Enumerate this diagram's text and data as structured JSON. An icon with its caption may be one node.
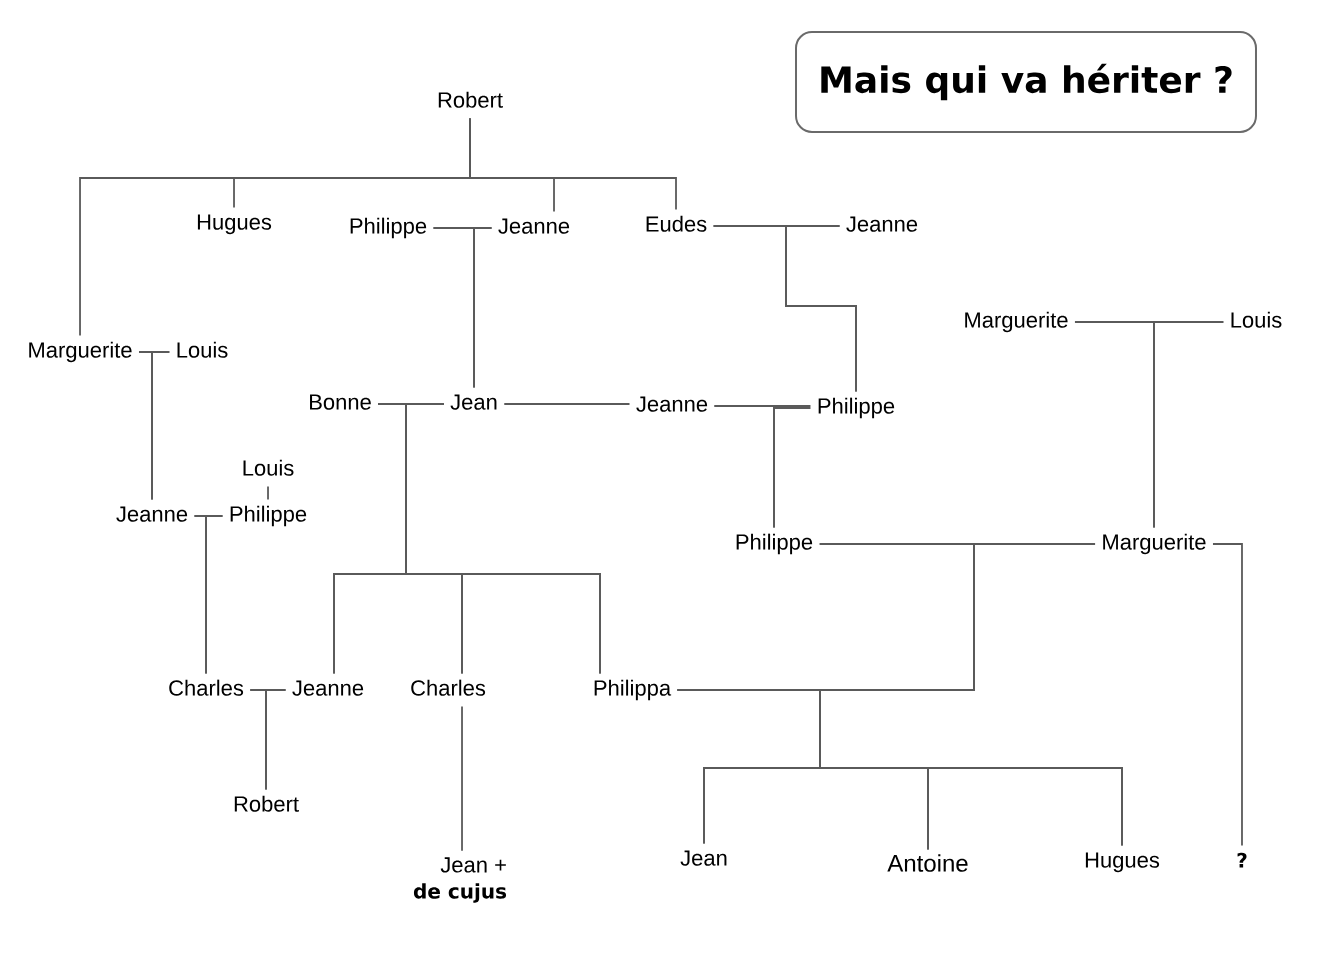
{
  "diagram": {
    "title": "Mais qui va hériter ?",
    "nodes": [
      {
        "text": [
          "Robert"
        ]
      },
      {
        "text": [
          "Hugues"
        ]
      },
      {
        "text": [
          "Philippe"
        ]
      },
      {
        "text": [
          "Jeanne"
        ]
      },
      {
        "text": [
          "Eudes"
        ]
      },
      {
        "text": [
          "Jeanne"
        ]
      },
      {
        "text": [
          "Marguerite"
        ]
      },
      {
        "text": [
          "Louis"
        ]
      },
      {
        "text": [
          "Marguerite"
        ]
      },
      {
        "text": [
          "Louis"
        ]
      },
      {
        "text": [
          "Bonne"
        ]
      },
      {
        "text": [
          "Jean"
        ]
      },
      {
        "text": [
          "Jeanne"
        ]
      },
      {
        "text": [
          "Philippe"
        ]
      },
      {
        "text": [
          "Louis"
        ]
      },
      {
        "text": [
          "Jeanne"
        ]
      },
      {
        "text": [
          "Philippe"
        ]
      },
      {
        "text": [
          "Philippe"
        ]
      },
      {
        "text": [
          "Marguerite"
        ]
      },
      {
        "text": [
          "Charles"
        ]
      },
      {
        "text": [
          "Jeanne"
        ]
      },
      {
        "text": [
          "Charles"
        ]
      },
      {
        "text": [
          "Philippa"
        ]
      },
      {
        "text": [
          "Robert"
        ]
      },
      {
        "text": [
          "Jean +",
          "de cujus"
        ]
      },
      {
        "text": [
          "Jean"
        ]
      },
      {
        "text": [
          "Antoine"
        ]
      },
      {
        "text": [
          "Hugues"
        ]
      },
      {
        "text": [
          "?"
        ]
      }
    ],
    "edges": [
      {
        "from": 0,
        "to": 6,
        "arrow": "none"
      },
      {
        "from": 0,
        "to": 1,
        "arrow": "none"
      },
      {
        "from": 0,
        "to": 3,
        "arrow": "none"
      },
      {
        "from": 0,
        "to": 4,
        "arrow": "none"
      },
      {
        "from": 2,
        "to": 3,
        "arrow": "none"
      },
      {
        "from": 2,
        "to": 11,
        "arrow": "none"
      },
      {
        "from": 3,
        "to": 11,
        "arrow": "none"
      },
      {
        "from": 4,
        "to": 5,
        "arrow": "none"
      },
      {
        "from": 4,
        "to": 13,
        "arrow": "none"
      },
      {
        "from": 5,
        "to": 13,
        "arrow": "none"
      },
      {
        "from": 6,
        "to": 7,
        "arrow": "none"
      },
      {
        "from": 6,
        "to": 15,
        "arrow": "none"
      },
      {
        "from": 7,
        "to": 15,
        "arrow": "none"
      },
      {
        "from": 8,
        "to": 9,
        "arrow": "none"
      },
      {
        "from": 8,
        "to": 18,
        "arrow": "none"
      },
      {
        "from": 9,
        "to": 18,
        "arrow": "none"
      },
      {
        "from": 10,
        "to": 11,
        "arrow": "none"
      },
      {
        "from": 10,
        "to": 20,
        "arrow": "none"
      },
      {
        "from": 10,
        "to": 21,
        "arrow": "none"
      },
      {
        "from": 10,
        "to": 22,
        "arrow": "none"
      },
      {
        "from": 11,
        "to": 20,
        "arrow": "none"
      },
      {
        "from": 11,
        "to": 21,
        "arrow": "none"
      },
      {
        "from": 11,
        "to": 22,
        "arrow": "none"
      },
      {
        "from": 11,
        "to": 12,
        "arrow": "none"
      },
      {
        "from": 12,
        "to": 13,
        "arrow": "none"
      },
      {
        "from": 12,
        "to": 17,
        "arrow": "none"
      },
      {
        "from": 13,
        "to": 17,
        "arrow": "none"
      },
      {
        "from": 14,
        "to": 16,
        "arrow": "none"
      },
      {
        "from": 15,
        "to": 16,
        "arrow": "none"
      },
      {
        "from": 15,
        "to": 19,
        "arrow": "none"
      },
      {
        "from": 16,
        "to": 19,
        "arrow": "none"
      },
      {
        "from": 17,
        "to": 18,
        "arrow": "none"
      },
      {
        "from": 18,
        "to": 22,
        "arrow": "none"
      },
      {
        "from": 18,
        "to": 25,
        "arrow": "none"
      },
      {
        "from": 18,
        "to": 26,
        "arrow": "none"
      },
      {
        "from": 18,
        "to": 27,
        "arrow": "none"
      },
      {
        "from": 22,
        "to": 25,
        "arrow": "none"
      },
      {
        "from": 22,
        "to": 26,
        "arrow": "none"
      },
      {
        "from": 22,
        "to": 27,
        "arrow": "none"
      },
      {
        "from": 18,
        "to": 28,
        "arrow": "none"
      },
      {
        "from": 19,
        "to": 20,
        "arrow": "none"
      },
      {
        "from": 19,
        "to": 23,
        "arrow": "none"
      },
      {
        "from": 20,
        "to": 23,
        "arrow": "none"
      },
      {
        "from": 21,
        "to": 24,
        "arrow": "none"
      }
    ]
  }
}
